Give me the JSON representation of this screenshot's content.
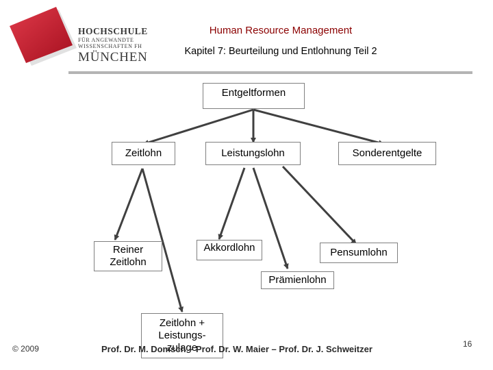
{
  "header": {
    "title": "Human Resource Management",
    "subtitle": "Kapitel 7: Beurteilung und Entlohnung Teil 2"
  },
  "logo": {
    "line1": "HOCHSCHULE",
    "line2": "FÜR ANGEWANDTE",
    "line3": "WISSENSCHAFTEN FH",
    "line4": "MÜNCHEN"
  },
  "diagram": {
    "root": "Entgeltformen",
    "level1": [
      "Zeitlohn",
      "Leistungslohn",
      "Sonderentgelte"
    ],
    "reiner_zeitlohn": "Reiner\nZeitlohn",
    "akkordlohn": "Akkordlohn",
    "pensumlohn": "Pensumlohn",
    "praemienlohn": "Prämienlohn",
    "zeitlohn_zulage": "Zeitlohn +\nLeistungs-\nzulage"
  },
  "footer": {
    "year": "© 2009",
    "authors": "Prof. Dr. M. Domsch – Prof. Dr. W. Maier – Prof. Dr. J. Schweitzer",
    "page": "16"
  },
  "colors": {
    "title": "#8b0000",
    "logo_red": "#c8102e",
    "connector": "#404040",
    "rule": "#b4b4b4"
  }
}
